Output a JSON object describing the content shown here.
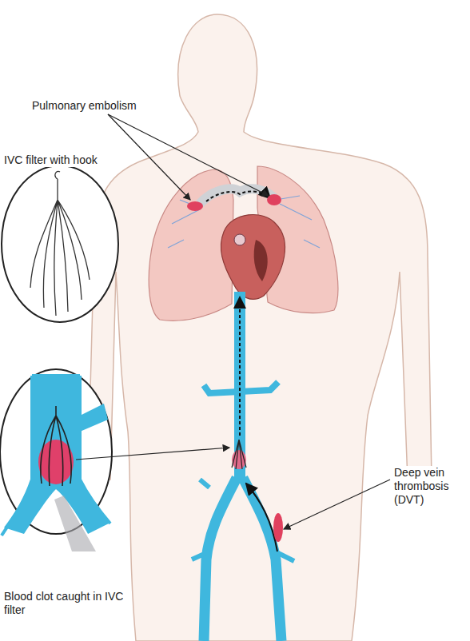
{
  "diagram": {
    "labels": [
      "Pulmonary embolism",
      "IVC filter with hook",
      "Blood clot caught in IVC filter",
      "Deep vein thrombosis (DVT)"
    ]
  }
}
